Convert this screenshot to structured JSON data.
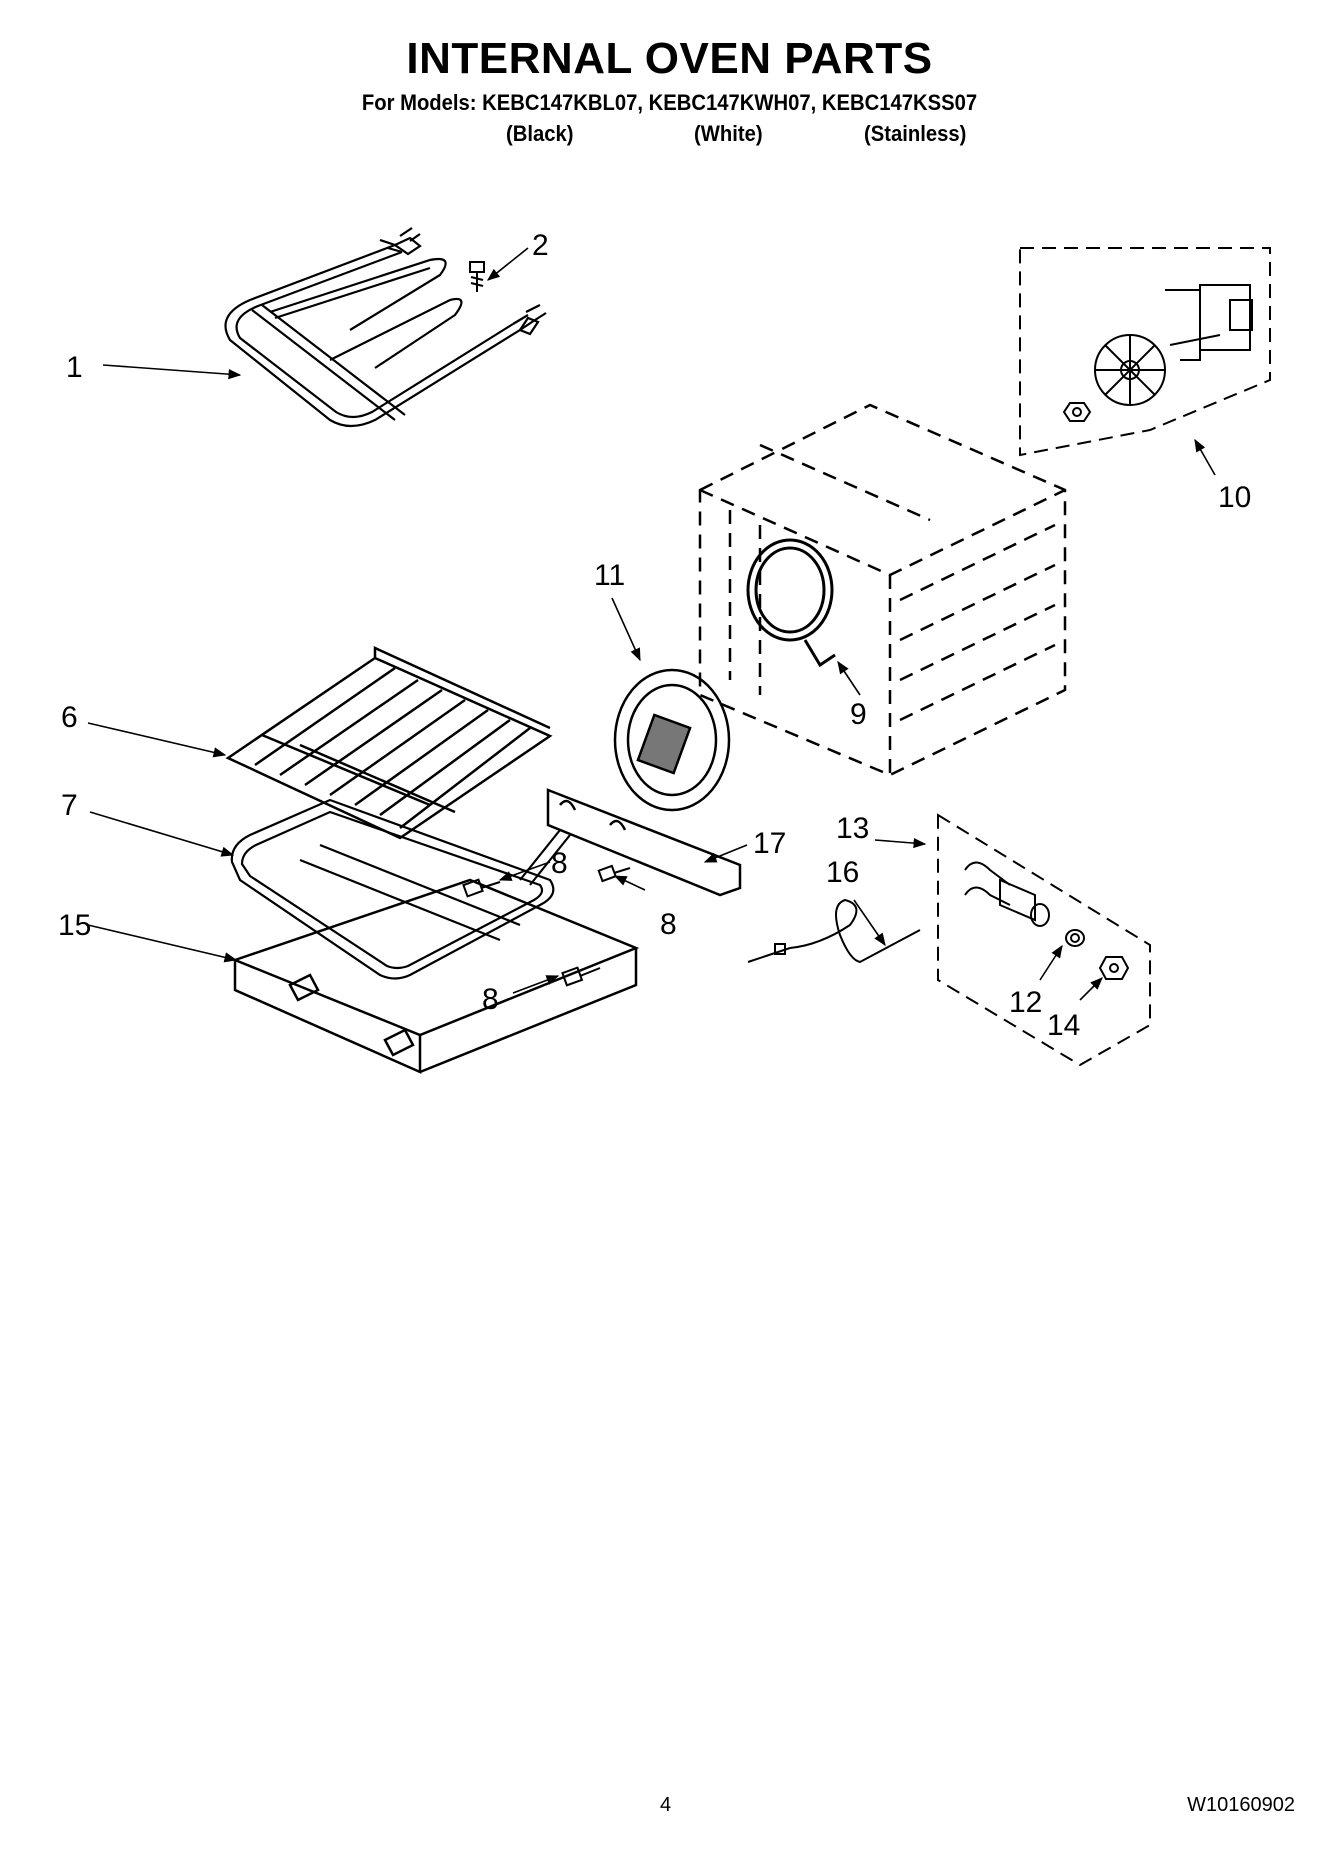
{
  "header": {
    "title": "INTERNAL OVEN PARTS",
    "models_line": "For Models: KEBC147KBL07, KEBC147KWH07, KEBC147KSS07",
    "colors": [
      "(Black)",
      "(White)",
      "(Stainless)"
    ]
  },
  "callouts": {
    "c1": "1",
    "c2": "2",
    "c6": "6",
    "c7": "7",
    "c8a": "8",
    "c8b": "8",
    "c8c": "8",
    "c9": "9",
    "c10": "10",
    "c11": "11",
    "c12": "12",
    "c13": "13",
    "c14": "14",
    "c15": "15",
    "c16": "16",
    "c17": "17"
  },
  "footer": {
    "page_number": "4",
    "doc_number": "W10160902"
  }
}
